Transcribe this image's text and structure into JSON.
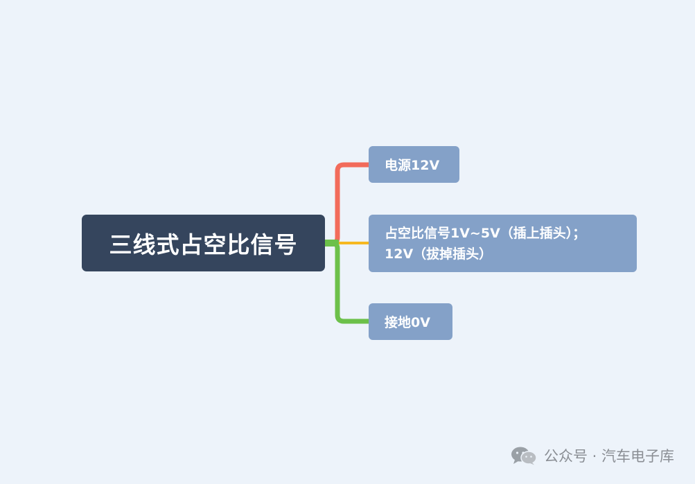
{
  "mindmap": {
    "root": {
      "label": "三线式占空比信号"
    },
    "branches": [
      {
        "label": "电源12V",
        "color": "#f26b5b"
      },
      {
        "label": "占空比信号1V~5V（插上插头）；\n12V（拔掉插头）",
        "color": "#f6b820"
      },
      {
        "label": "接地0V",
        "color": "#6cc04a"
      }
    ]
  },
  "watermark": {
    "icon": "wechat-icon",
    "text": "公众号 · 汽车电子库"
  }
}
